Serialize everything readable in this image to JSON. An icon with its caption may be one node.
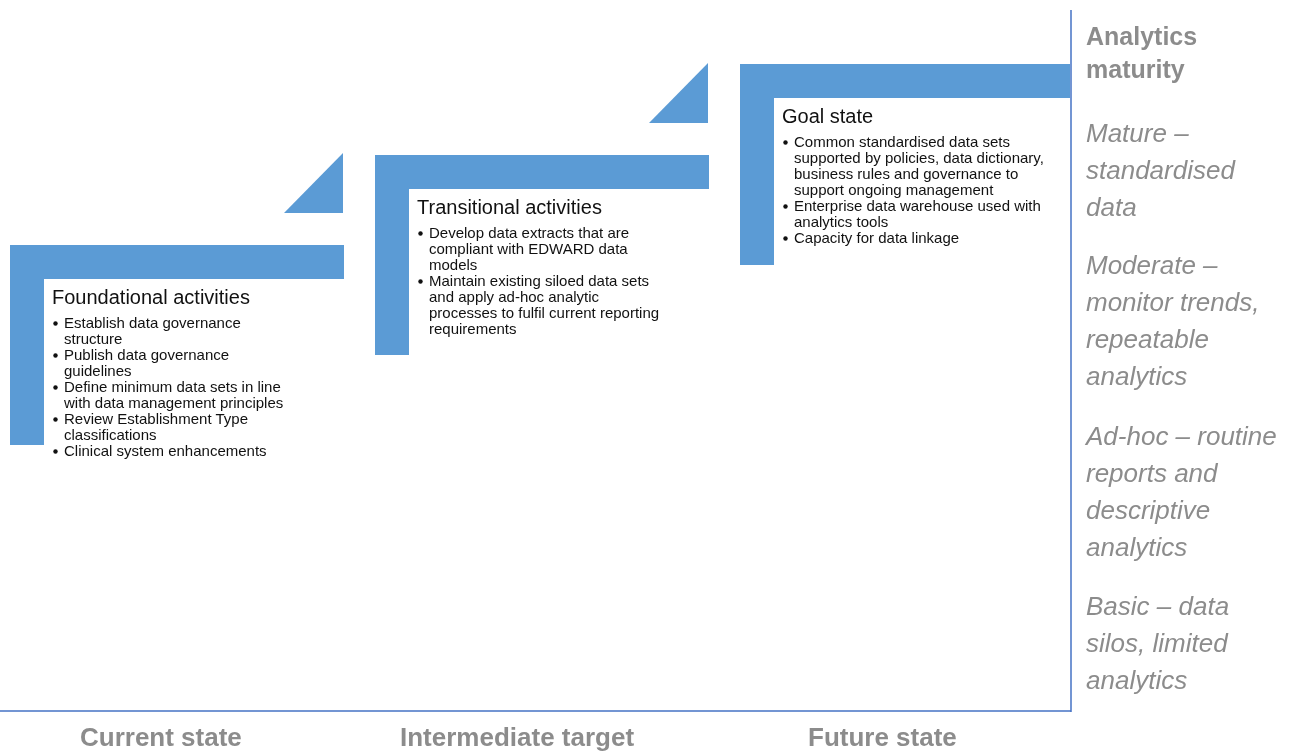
{
  "diagram": {
    "nodes": [
      {
        "text": [
          "Foundational activities",
          "Establish data governance structure",
          "Publish data governance guidelines",
          "Define minimum data sets in line with data management principles",
          "Review Establishment Type classifications",
          "Clinical system enhancements"
        ]
      },
      {
        "text": [
          "Transitional activities",
          "Develop data extracts that are compliant with EDWARD data models",
          "Maintain existing siloed data sets and apply ad-hoc analytic processes to fulfil current reporting requirements"
        ]
      },
      {
        "text": [
          "Goal state",
          "Common standardised data sets supported by policies, data dictionary, business rules and governance to support ongoing management",
          "Enterprise data warehouse used with analytics tools",
          "Capacity for data linkage"
        ]
      }
    ],
    "edges": [],
    "labels": [
      "Analytics maturity",
      "Mature – standardised data",
      "Moderate – monitor trends, repeatable analytics",
      "Ad-hoc – routine reports and descriptive analytics",
      "Basic – data silos, limited analytics",
      "Current state",
      "Intermediate target",
      "Future state"
    ]
  }
}
